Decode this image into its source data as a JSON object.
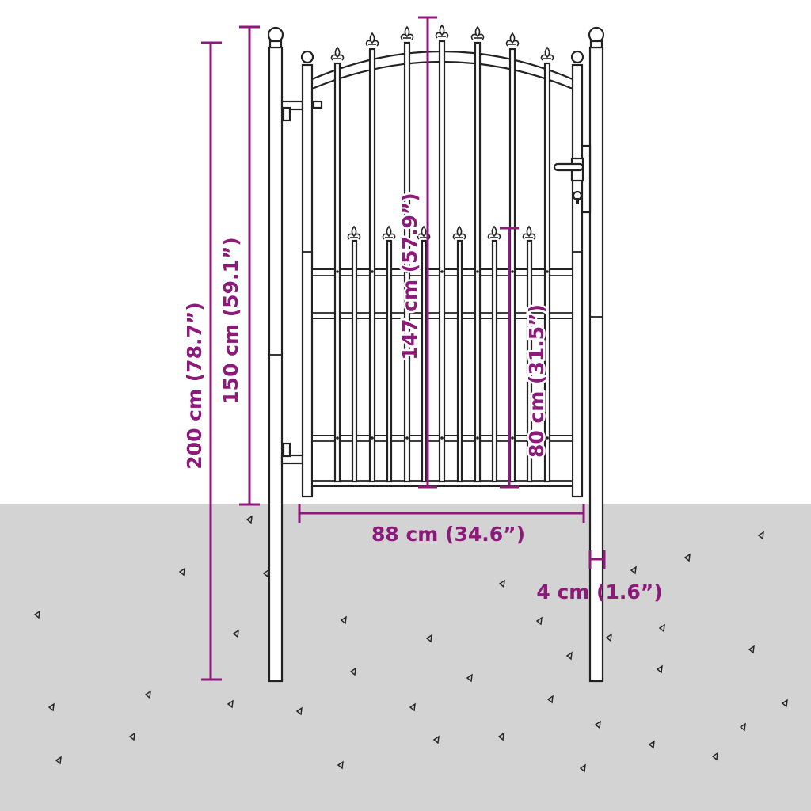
{
  "colors": {
    "dimension": "#8b1a7a",
    "ground": "#d3d3d3",
    "outline": "#222222",
    "background": "#ffffff"
  },
  "labels": {
    "total_height": "200 cm (78.7”)",
    "post_height": "150 cm (59.1”)",
    "gate_height": "147 cm (57.9”)",
    "lower_height": "80 cm (31.5”)",
    "gate_width": "88 cm (34.6”)",
    "post_thickness": "4 cm (1.6”)"
  },
  "icons": {
    "post_cap": "ball-finial-icon",
    "spear_top": "fleur-de-lis-spike-icon",
    "handle": "lever-handle-icon",
    "lock": "cylinder-lock-icon",
    "hinge": "hinge-icon"
  }
}
